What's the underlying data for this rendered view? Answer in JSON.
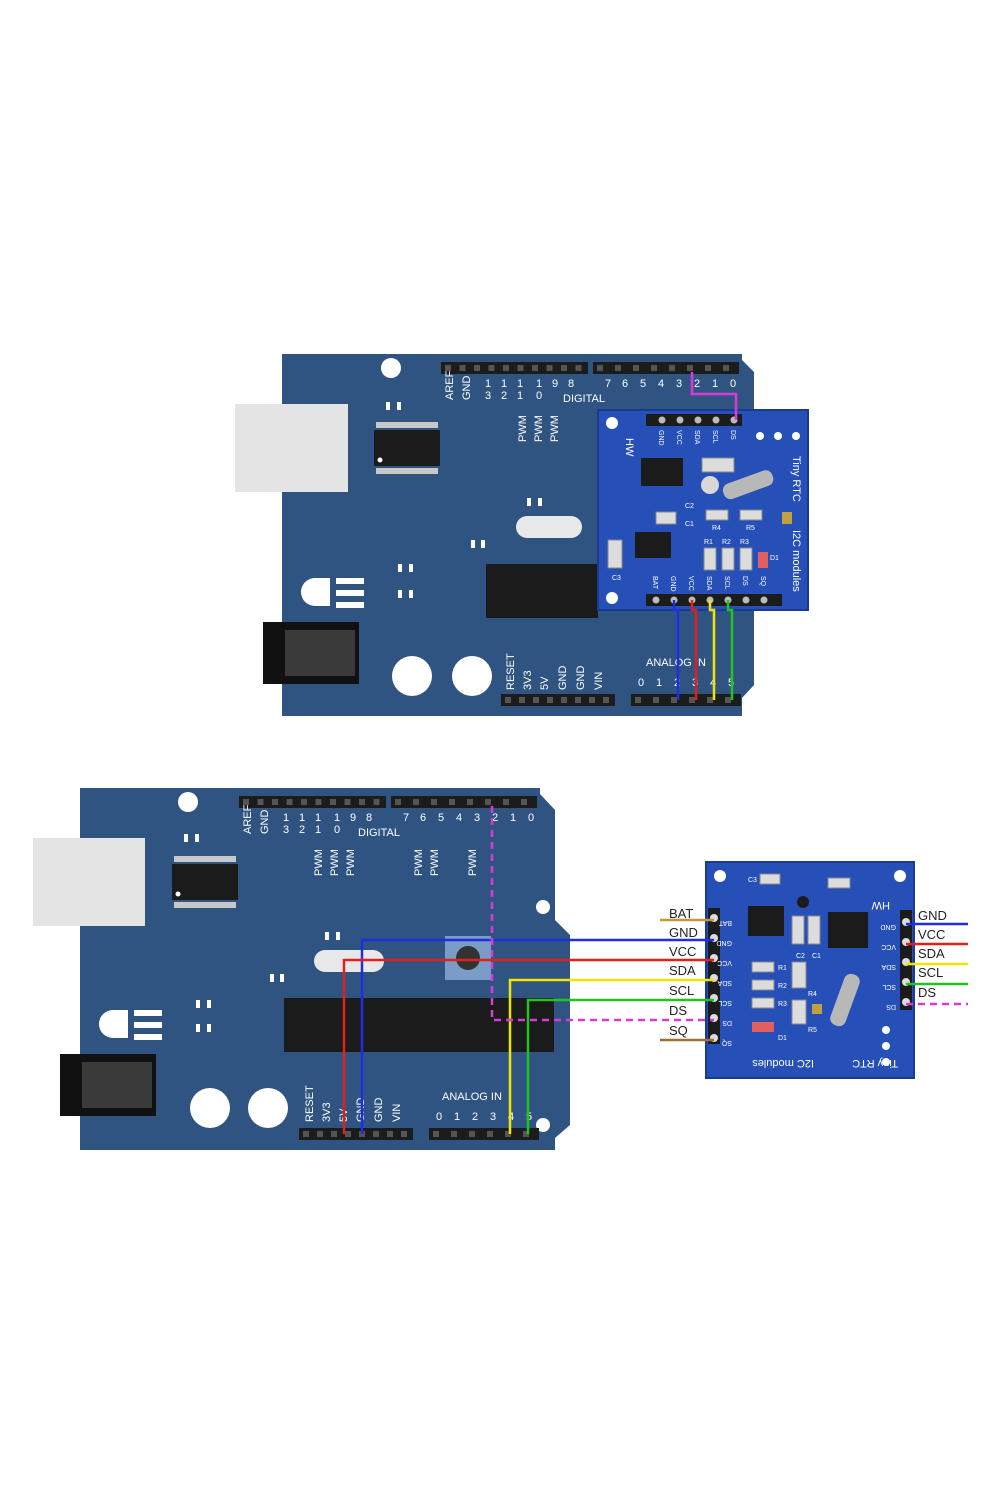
{
  "top_uno": {
    "header_power": [
      "AREF",
      "GND"
    ],
    "pin_numbers": [
      "1\n3",
      "1\n2",
      "1\n1",
      "1\n0",
      "9",
      "8",
      "7",
      "6",
      "5",
      "4",
      "3",
      "2",
      "1",
      "0"
    ],
    "digital_label": "DIGITAL",
    "pwm_labels": [
      "PWM",
      "PWM",
      "PWM"
    ],
    "power_labels": [
      "RESET",
      "3V3",
      "5V",
      "GND",
      "GND",
      "VIN"
    ],
    "analog_label": "ANALOG IN",
    "analog_pins": [
      "0",
      "1",
      "2",
      "3",
      "4",
      "5"
    ]
  },
  "top_rtc": {
    "brand": "HW",
    "title": "Tiny RTC",
    "subtitle": "I2C modules",
    "top_pins": [
      "GND",
      "VCC",
      "SDA",
      "SCL",
      "DS"
    ],
    "bottom_pins": [
      "BAT",
      "GND",
      "VCC",
      "SDA",
      "SCL",
      "DS",
      "SQ"
    ],
    "components": [
      "C2",
      "C1",
      "R4",
      "R5",
      "D1",
      "C3",
      "R1",
      "R2",
      "R3"
    ]
  },
  "bottom_uno": {
    "header_power": [
      "AREF",
      "GND"
    ],
    "pin_numbers": [
      "1\n3",
      "1\n2",
      "1\n1",
      "1\n0",
      "9",
      "8",
      "7",
      "6",
      "5",
      "4",
      "3",
      "2",
      "1",
      "0"
    ],
    "digital_label": "DIGITAL",
    "pwm_labels": [
      "PWM",
      "PWM",
      "PWM",
      "PWM",
      "PWM",
      "PWM"
    ],
    "power_labels": [
      "RESET",
      "3V3",
      "5V",
      "GND",
      "GND",
      "VIN"
    ],
    "analog_label": "ANALOG IN",
    "analog_pins": [
      "0",
      "1",
      "2",
      "3",
      "4",
      "5"
    ]
  },
  "bottom_rtc": {
    "brand": "HW",
    "title": "Tiny RTC",
    "subtitle": "I2C modules",
    "left_labels": [
      "BAT",
      "GND",
      "VCC",
      "SDA",
      "SCL",
      "DS",
      "SQ"
    ],
    "right_labels": [
      "GND",
      "VCC",
      "SDA",
      "SCL",
      "DS"
    ],
    "components": [
      "C3",
      "C2",
      "C1",
      "R1",
      "R2",
      "R3",
      "R4",
      "R5",
      "D1"
    ]
  },
  "wire_colors": {
    "BAT": "#c8963c",
    "GND": "#1f2ee0",
    "VCC": "#e0201a",
    "SDA": "#f2e600",
    "SCL": "#22c21f",
    "DS": "#d83ad8",
    "SQ": "#a0703a"
  },
  "colors": {
    "board": "#2f5482",
    "board_dark": "#243f63",
    "rtc_board": "#2650b8",
    "header": "#1c1c1c"
  }
}
